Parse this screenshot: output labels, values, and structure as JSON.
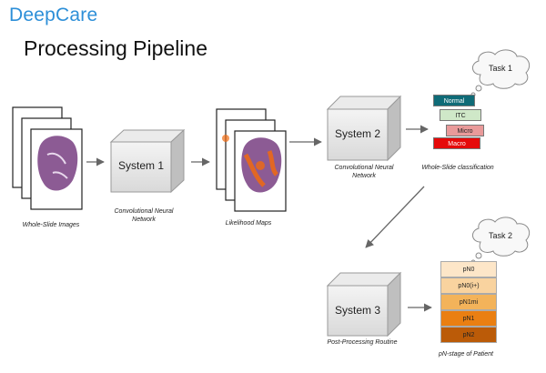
{
  "brand": "DeepCare",
  "page_title": "Processing Pipeline",
  "captions": {
    "wsi": "Whole-Slide Images",
    "cnn1": "Convolutional Neural Network",
    "likelihood": "Likelihood Maps",
    "cnn2": "Convolutional Neural Network",
    "wsi_class": "Whole-Slide classification",
    "post": "Post-Processing Routine",
    "pn_stage": "pN-stage of Patient"
  },
  "systems": {
    "s1": "System 1",
    "s2": "System 2",
    "s3": "System 3"
  },
  "tasks": {
    "t1": "Task 1",
    "t2": "Task 2"
  },
  "classes": [
    {
      "label": "Normal",
      "color": "#0f6b77",
      "text": "#ffffff"
    },
    {
      "label": "ITC",
      "color": "#cfe8c8",
      "text": "#222222"
    },
    {
      "label": "Micro",
      "color": "#e99a9a",
      "text": "#222222"
    },
    {
      "label": "Macro",
      "color": "#e50a0a",
      "text": "#ffffff"
    }
  ],
  "stages": [
    {
      "label": "pN0",
      "color": "#fde6c8"
    },
    {
      "label": "pN0(i+)",
      "color": "#f9d39f"
    },
    {
      "label": "pN1mi",
      "color": "#f3b35a"
    },
    {
      "label": "pN1",
      "color": "#ea7f12"
    },
    {
      "label": "pN2",
      "color": "#bb5b08"
    }
  ]
}
